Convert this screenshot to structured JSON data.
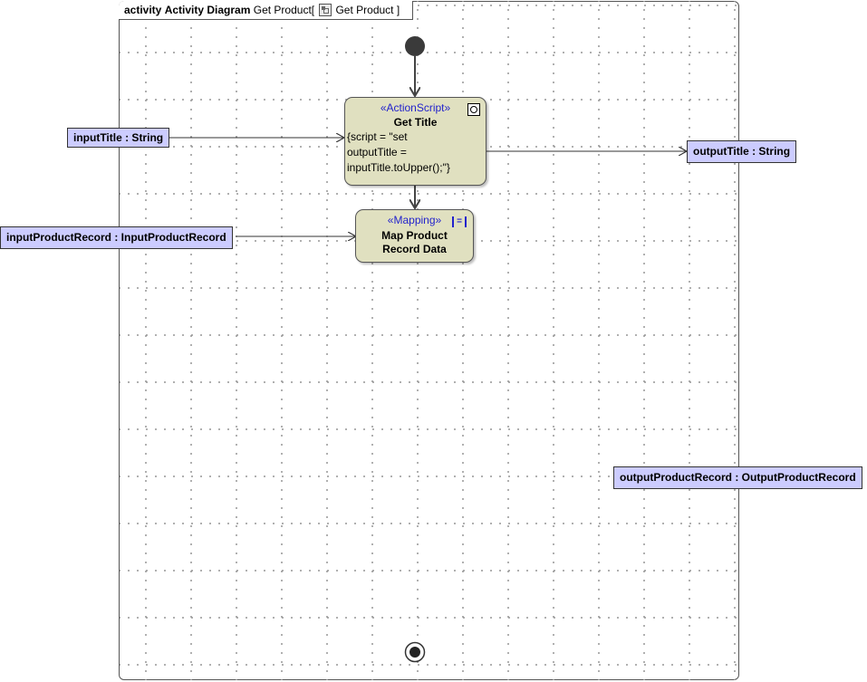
{
  "frame": {
    "keyword": "activity",
    "diagram_type": "Activity Diagram",
    "name": "Get Product",
    "bracket_open": "[",
    "behavior": "Get Product",
    "bracket_close": "]"
  },
  "pins": {
    "input_title": "inputTitle : String",
    "output_title": "outputTitle : String",
    "input_product_record": "inputProductRecord : InputProductRecord",
    "output_product_record": "outputProductRecord : OutputProductRecord"
  },
  "actions": {
    "get_title": {
      "stereotype": "«ActionScript»",
      "name": "Get Title",
      "body": [
        "{script = \"set",
        "outputTitle =",
        "inputTitle.toUpper();\"}"
      ],
      "icon": "script-icon"
    },
    "map_product": {
      "stereotype": "«Mapping»",
      "name_line1": "Map Product",
      "name_line2": "Record Data",
      "icon": "mapping-icon"
    }
  },
  "colors": {
    "action_fill": "#e0e0c0",
    "pin_fill": "#ccccff",
    "stereotype_text": "#2222cc"
  }
}
